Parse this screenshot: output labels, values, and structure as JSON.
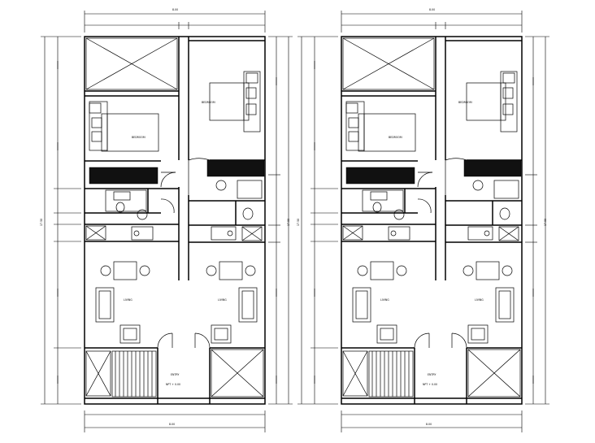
{
  "plans": [
    {
      "dims": {
        "top": "8.00",
        "bottom": "8.00",
        "left": "17.50",
        "right": "17.50"
      },
      "labels": {
        "bedroom_right": "BEDROOM",
        "bedroom_left": "BEDROOM",
        "living_left": "LIVING",
        "living_right": "LIVING",
        "entry": "ENTRY",
        "level": "NPT + 0.00"
      }
    },
    {
      "dims": {
        "top": "8.00",
        "bottom": "8.00",
        "left": "17.50",
        "right": "17.50"
      },
      "labels": {
        "bedroom_right": "BEDROOM",
        "bedroom_left": "BEDROOM",
        "living_left": "LIVING",
        "living_right": "LIVING",
        "entry": "ENTRY",
        "level": "NPT + 0.00"
      }
    }
  ],
  "colors": {
    "line": "#000000",
    "background": "#ffffff"
  }
}
